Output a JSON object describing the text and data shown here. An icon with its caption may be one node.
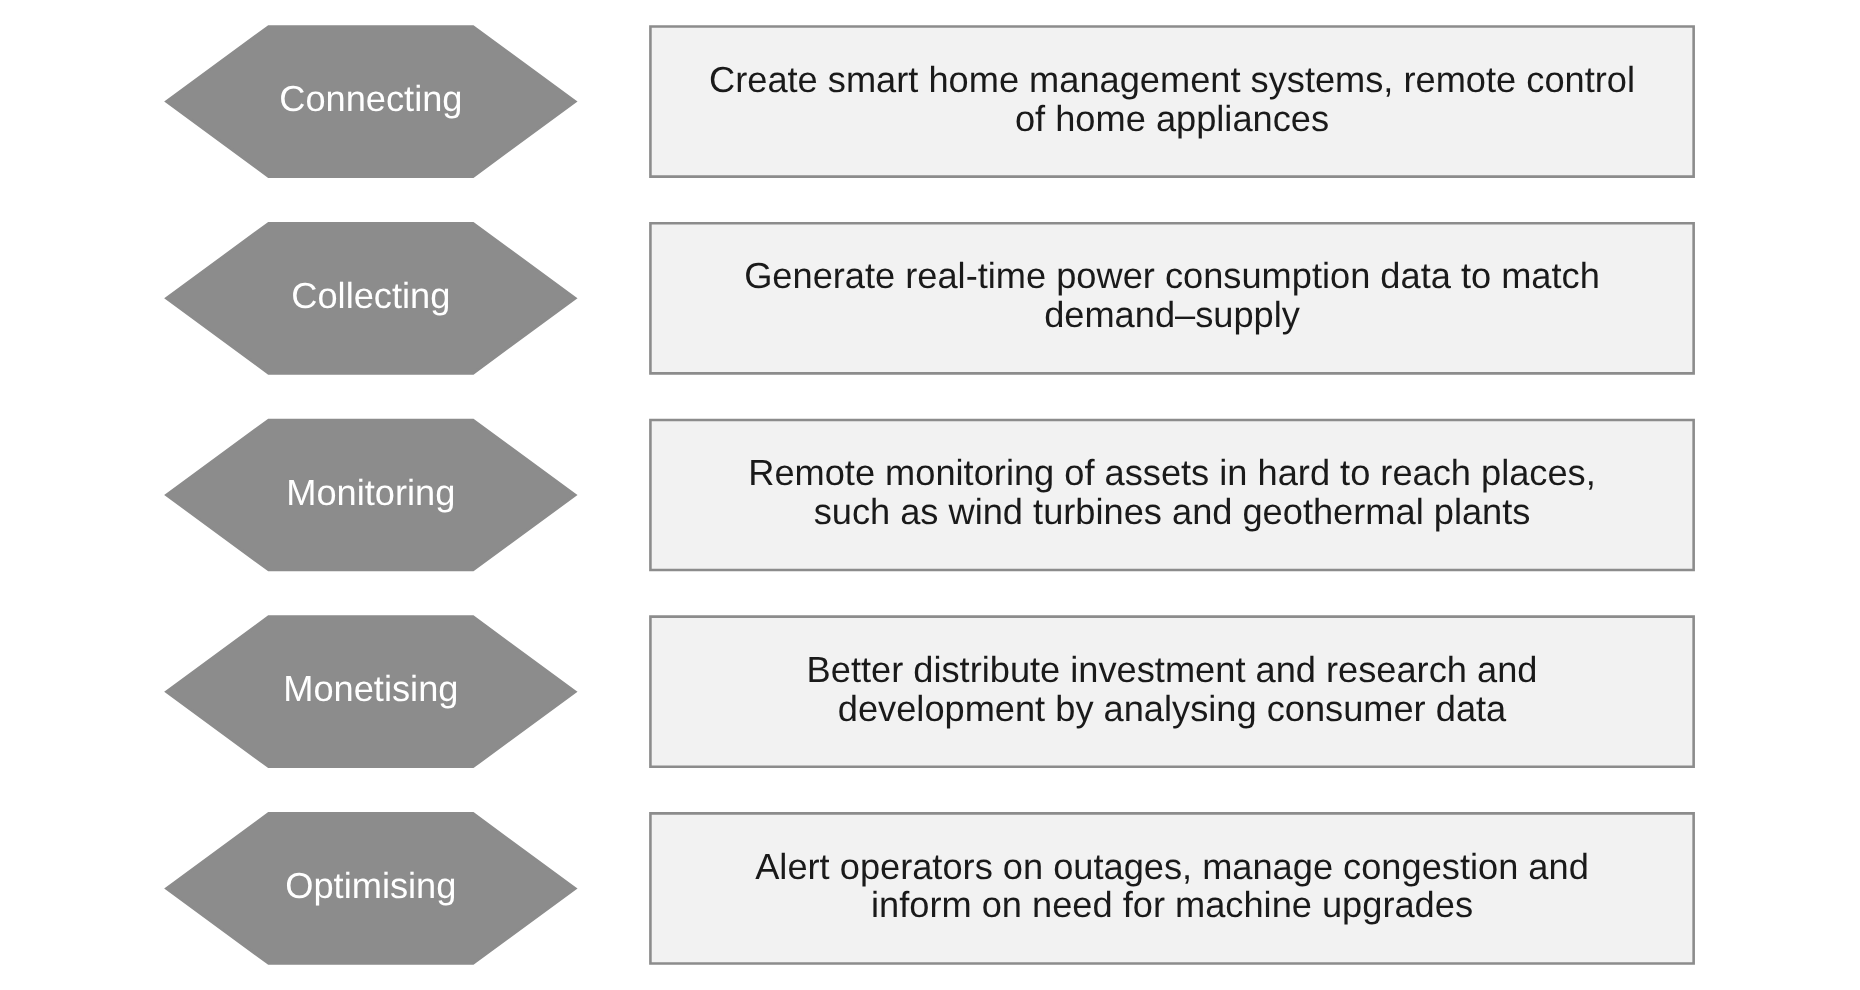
{
  "diagram": {
    "nodes": [
      {
        "text": [
          "Connecting"
        ]
      },
      {
        "text": [
          "Create smart home management systems, remote control of home appliances"
        ]
      },
      {
        "text": [
          "Collecting"
        ]
      },
      {
        "text": [
          "Generate real-time power consumption data to match demand–supply"
        ]
      },
      {
        "text": [
          "Monitoring"
        ]
      },
      {
        "text": [
          "Remote monitoring of assets in hard to reach places, such as wind turbines and geothermal plants"
        ]
      },
      {
        "text": [
          "Monetising"
        ]
      },
      {
        "text": [
          "Better distribute investment and research and development by analysing consumer data"
        ]
      },
      {
        "text": [
          "Optimising"
        ]
      },
      {
        "text": [
          "Alert operators on outages, manage congestion and inform on need for machine upgrades"
        ]
      }
    ],
    "edges": []
  }
}
